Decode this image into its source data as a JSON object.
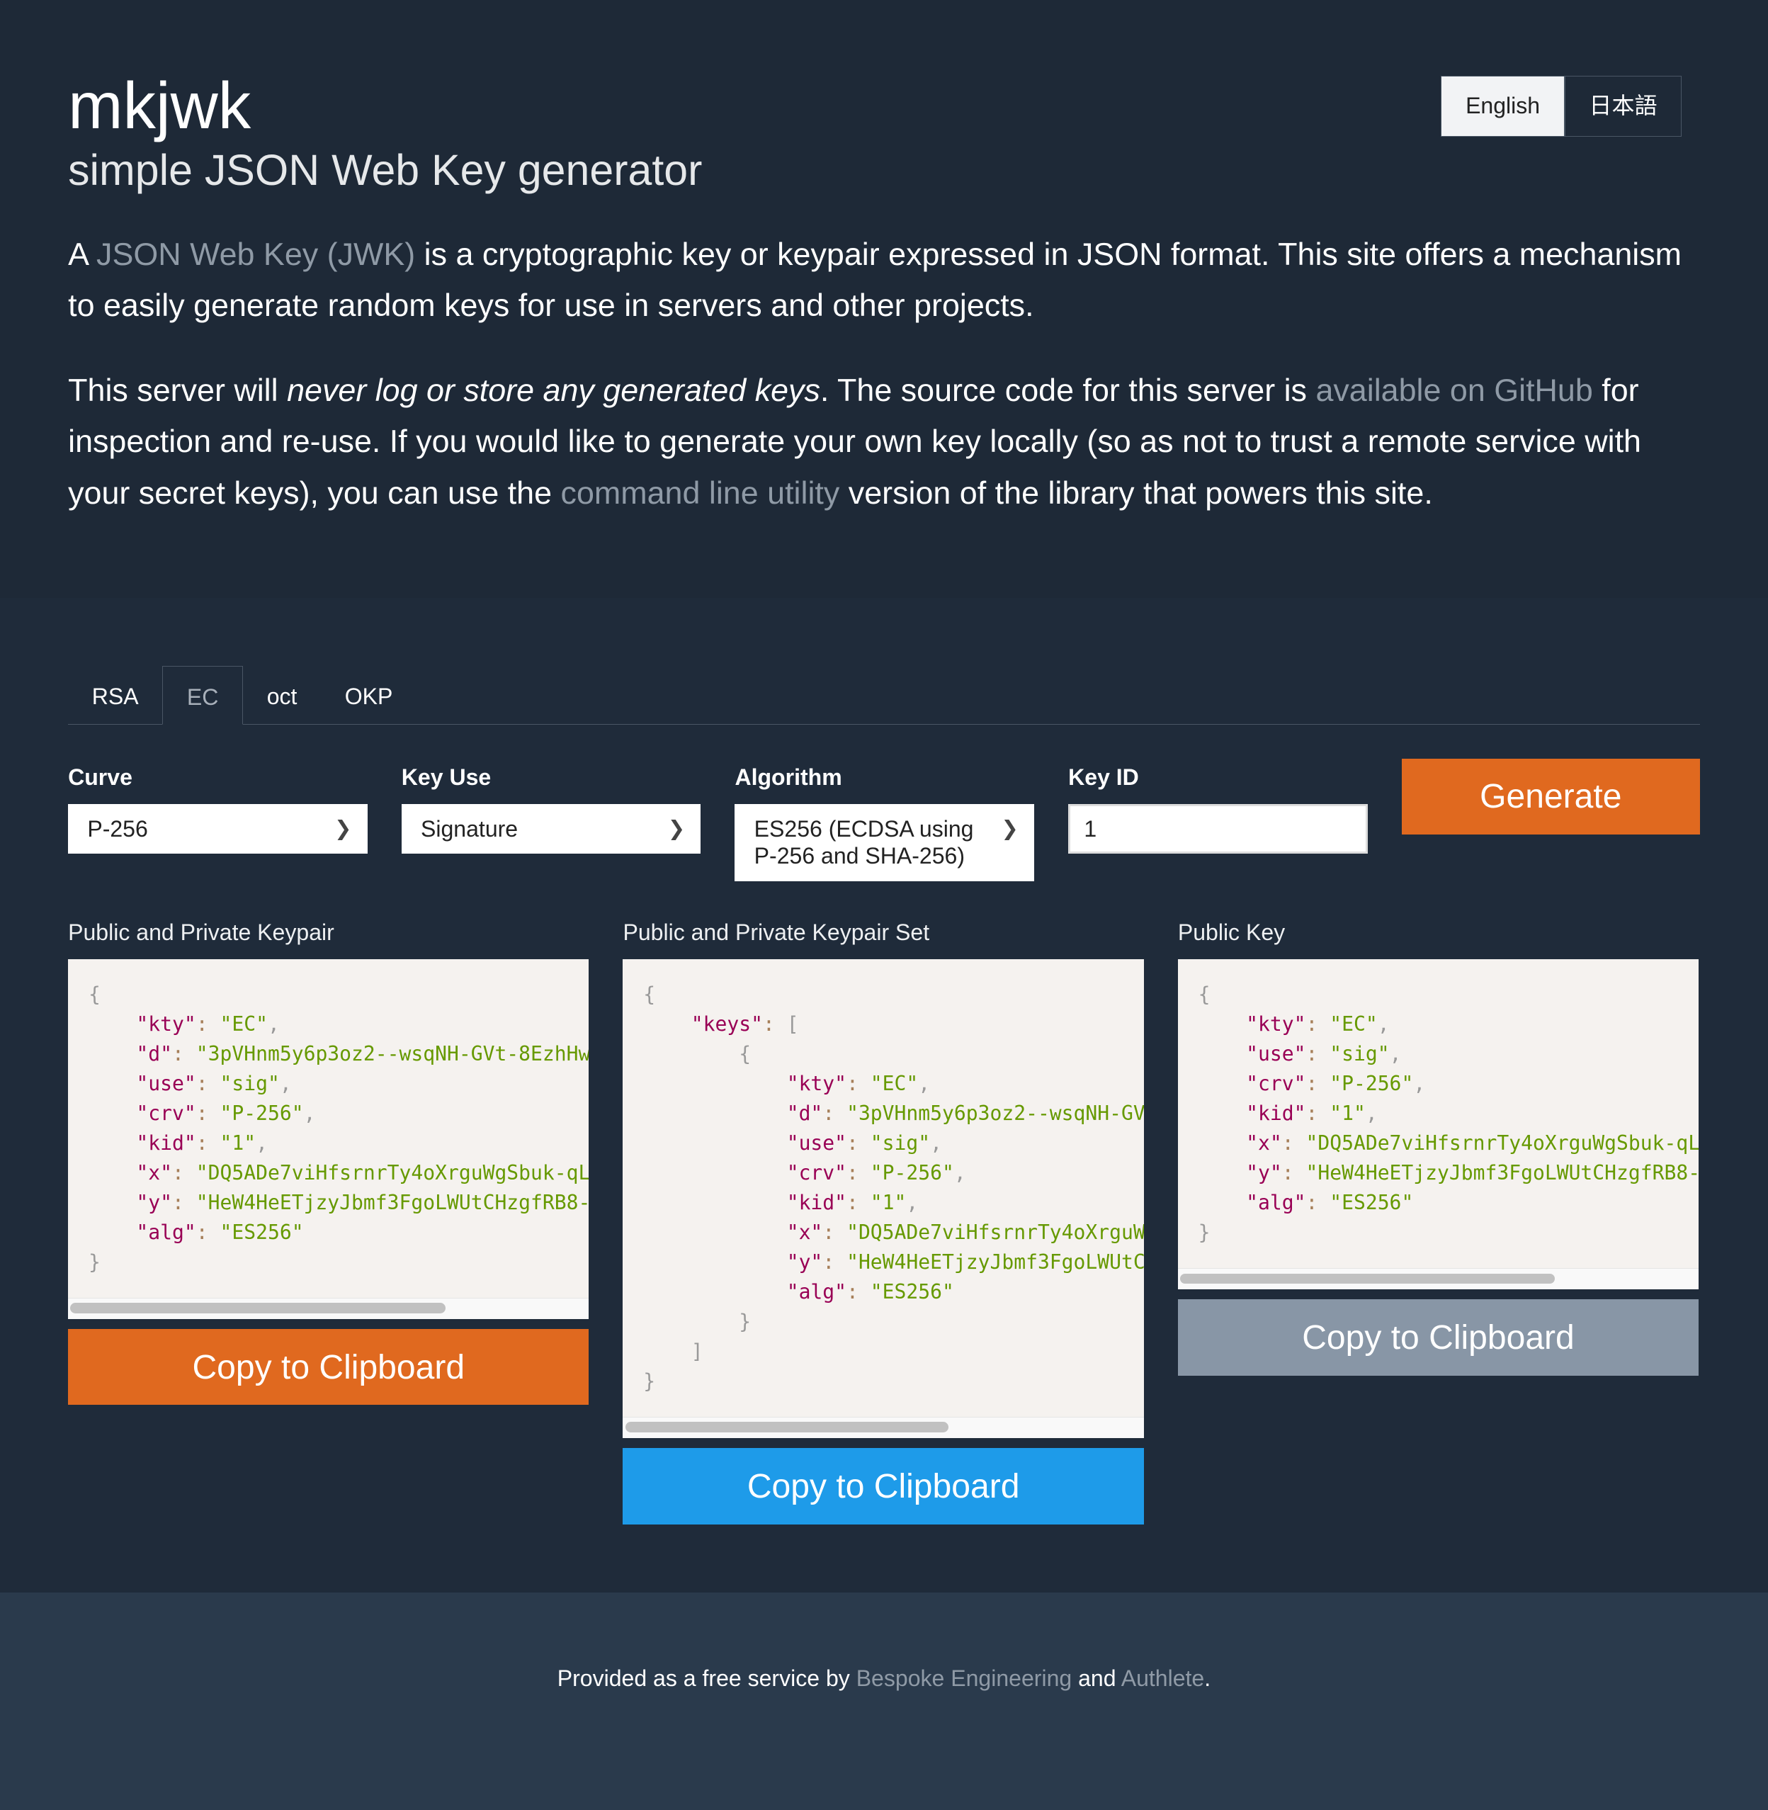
{
  "header": {
    "title": "mkjwk",
    "subtitle": "simple JSON Web Key generator",
    "p1_a": "A ",
    "p1_link": "JSON Web Key (JWK)",
    "p1_b": " is a cryptographic key or keypair expressed in JSON format. This site offers a mechanism to easily generate random keys for use in servers and other projects.",
    "p2_a": "This server will ",
    "p2_em": "never log or store any generated keys",
    "p2_b": ". The source code for this server is ",
    "p2_link1": "available on GitHub",
    "p2_c": " for inspection and re-use. If you would like to generate your own key locally (so as not to trust a remote service with your secret keys), you can use the ",
    "p2_link2": "command line utility",
    "p2_d": " version of the library that powers this site.",
    "languages": [
      {
        "label": "English",
        "active": true
      },
      {
        "label": "日本語",
        "active": false
      }
    ]
  },
  "tabs": [
    {
      "label": "RSA"
    },
    {
      "label": "EC",
      "active": true
    },
    {
      "label": "oct"
    },
    {
      "label": "OKP"
    }
  ],
  "form": {
    "curve_label": "Curve",
    "curve": "P-256",
    "use_label": "Key Use",
    "use": "Signature",
    "alg_label": "Algorithm",
    "alg": "ES256 (ECDSA using P-256 and SHA-256)",
    "kid_label": "Key ID",
    "kid": "1",
    "generate": "Generate"
  },
  "key": {
    "kty": "EC",
    "d": "3pVHnm5y6p3oz2--wsqNH-GVt-8EzhHw",
    "use": "sig",
    "crv": "P-256",
    "kid": "1",
    "x": "DQ5ADe7viHfsrnrTy4oXrguWgSbuk-qL",
    "y": "HeW4HeETjzyJbmf3FgoLWUtCHzgfRB8-",
    "alg": "ES256"
  },
  "panels": [
    {
      "title": "Public and Private Keypair",
      "button": "Copy to Clipboard",
      "button_color": "#e0691f",
      "scroll": 0.72
    },
    {
      "title": "Public and Private Keypair Set",
      "button": "Copy to Clipboard",
      "button_color": "#1e9be9",
      "scroll": 0.62
    },
    {
      "title": "Public Key",
      "button": "Copy to Clipboard",
      "button_color": "#8896a6",
      "scroll": 0.72
    }
  ],
  "footer": {
    "a": "Provided as a free service by ",
    "link1": "Bespoke Engineering",
    "b": " and ",
    "link2": "Authlete",
    "c": "."
  }
}
